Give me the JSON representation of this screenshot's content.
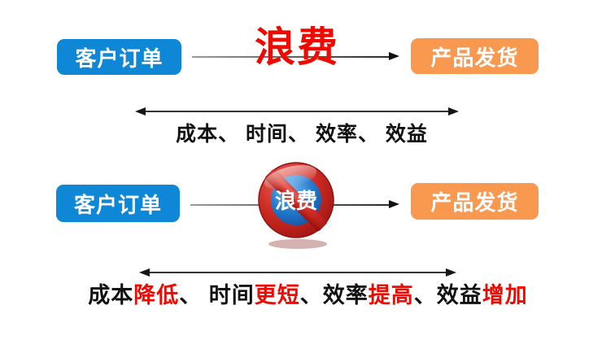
{
  "top_flow": {
    "source_box": "客户订单",
    "waste_label": "浪费",
    "target_box": "产品发货"
  },
  "top_span": {
    "metrics_text": "成本、 时间、 效率、 效益"
  },
  "bottom_flow": {
    "source_box": "客户订单",
    "no_waste_label": "浪费",
    "target_box": "产品发货"
  },
  "bottom_span": {
    "segments": [
      {
        "text": "成本",
        "color": "#111111"
      },
      {
        "text": "降低",
        "color": "#ee0a00"
      },
      {
        "text": "、 ",
        "color": "#111111"
      },
      {
        "text": "时间",
        "color": "#111111"
      },
      {
        "text": "更短",
        "color": "#ee0a00"
      },
      {
        "text": "、",
        "color": "#111111"
      },
      {
        "text": "效率",
        "color": "#111111"
      },
      {
        "text": "提高",
        "color": "#ee0a00"
      },
      {
        "text": "、",
        "color": "#111111"
      },
      {
        "text": "效益",
        "color": "#111111"
      },
      {
        "text": "增加",
        "color": "#ee0a00"
      }
    ]
  },
  "colors": {
    "source_box_bg": "#0e87d6",
    "target_box_bg": "#f9994f",
    "waste_red": "#ee0a00",
    "arrow_black": "#111111",
    "sign_ring_red": "#cd2a22",
    "sign_inner_blue": "#2277cc"
  }
}
